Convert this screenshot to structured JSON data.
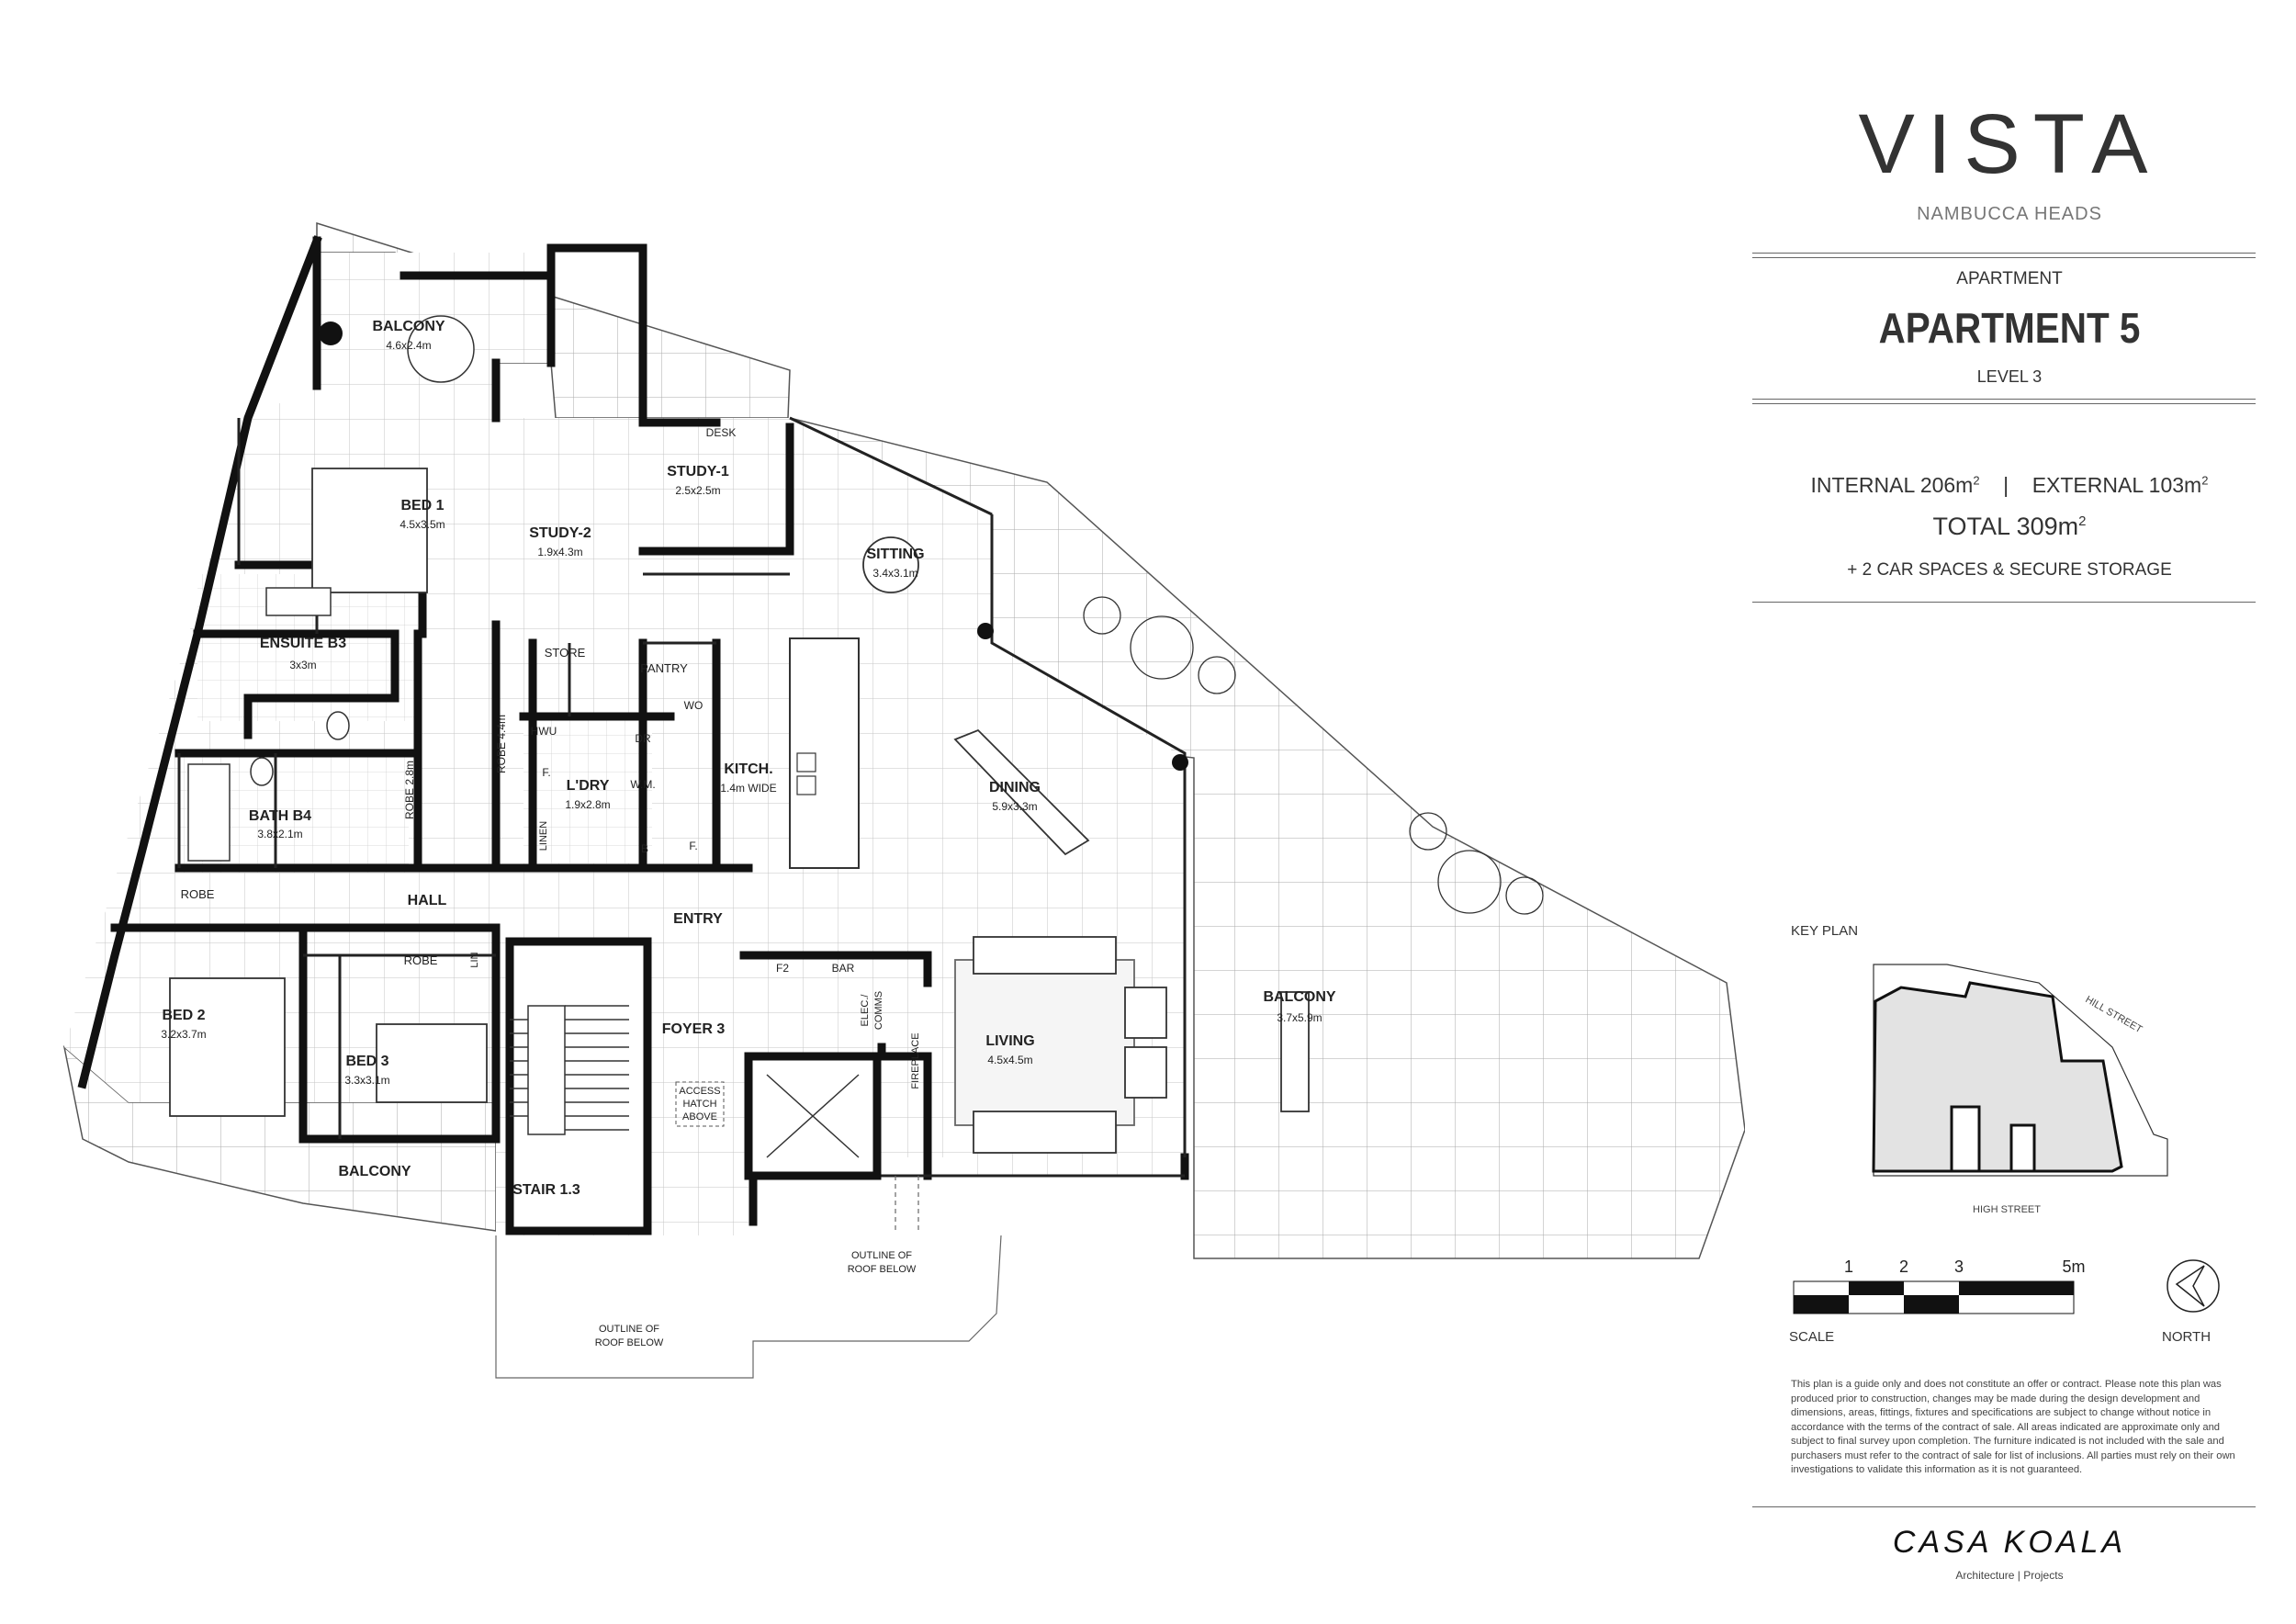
{
  "brand": {
    "title": "VISTA",
    "subtitle": "NAMBUCCA HEADS",
    "apartment_label": "APARTMENT",
    "apartment_name": "APARTMENT 5",
    "level": "LEVEL 3",
    "internal_label": "INTERNAL",
    "internal_value": "206m",
    "external_label": "EXTERNAL",
    "external_value": "103m",
    "separator": "|",
    "sq_sup": "2",
    "total_label": "TOTAL",
    "total_value": "309m",
    "extras": "+ 2 CAR SPACES & SECURE STORAGE"
  },
  "rooms": [
    {
      "name": "BALCONY",
      "size": "4.6x2.4m"
    },
    {
      "name": "BED 1",
      "size": "4.5x3.5m"
    },
    {
      "name": "STUDY-1",
      "size": "2.5x2.5m"
    },
    {
      "name": "STUDY-2",
      "size": "1.9x4.3m"
    },
    {
      "name": "SITTING",
      "size": "3.4x3.1m"
    },
    {
      "name": "ENSUITE B3",
      "size": "3x3m"
    },
    {
      "name": "DINING",
      "size": "5.9x3.3m"
    },
    {
      "name": "KITCH.",
      "size": "1.4m WIDE"
    },
    {
      "name": "L'DRY",
      "size": "1.9x2.8m"
    },
    {
      "name": "BATH B4",
      "size": "3.8x2.1m"
    },
    {
      "name": "BED 2",
      "size": "3.2x3.7m"
    },
    {
      "name": "BED 3",
      "size": "3.3x3.1m"
    },
    {
      "name": "LIVING",
      "size": "4.5x4.5m"
    },
    {
      "name": "BALCONY",
      "size": "3.7x5.9m"
    },
    {
      "name": "STAIR 1.3",
      "size": ""
    }
  ],
  "labels": {
    "desk": "DESK",
    "store": "STORE",
    "pantry": "PANTRY",
    "robe_44": "ROBE 4.4m",
    "robe_28": "ROBE 2.8m",
    "hwu": "HWU",
    "dr": "DR",
    "wm": "W.M.",
    "wo": "WO",
    "f": "F.",
    "b": "B",
    "linen": "LINEN",
    "hall": "HALL",
    "entry": "ENTRY",
    "robe": "ROBE",
    "lin": "LIN",
    "f2": "F2",
    "bar": "BAR",
    "foyer": "FOYER 3",
    "elec": "ELEC./",
    "comms": "COMMS",
    "fireplace": "FIREPLACE",
    "access1": "ACCESS",
    "access2": "HATCH",
    "access3": "ABOVE",
    "balcony_low": "BALCONY",
    "outline1": "OUTLINE OF",
    "outline2": "ROOF BELOW"
  },
  "keyplan": {
    "title": "KEY PLAN",
    "street_right": "HILL STREET",
    "street_bottom": "HIGH STREET"
  },
  "scale": {
    "ticks": [
      "1",
      "2",
      "3",
      "5m"
    ],
    "label": "SCALE",
    "north": "NORTH"
  },
  "disclaimer": "This plan is a guide only and does not constitute an offer or contract. Please note this plan was produced prior to construction, changes may be made during the design development and dimensions, areas, fittings, fixtures and specifications are subject to change without notice in accordance with the terms of the contract of sale. All areas indicated are approximate only and subject to final survey upon completion. The furniture indicated is not included with the sale and purchasers must refer to the contract of sale for list of inclusions. All parties must rely on their own investigations to validate this information as it is not guaranteed.",
  "footer": {
    "logo": "CASA KOALA",
    "sub": "Architecture | Projects"
  },
  "colors": {
    "wall": "#111111",
    "grid": "#bbbbbb",
    "keyplan_fill": "#e3e3e3"
  }
}
